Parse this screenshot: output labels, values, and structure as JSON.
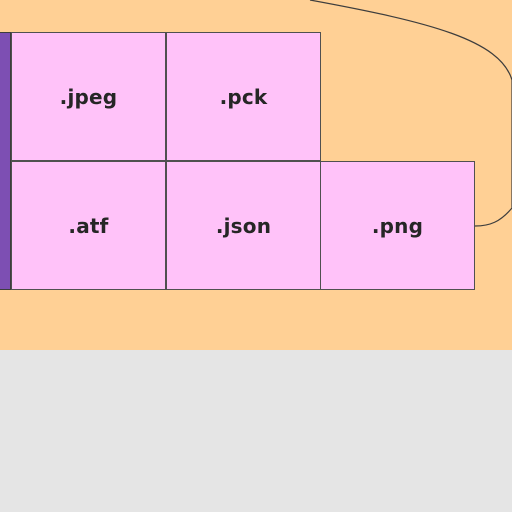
{
  "colors": {
    "canvas_background": "#ffd095",
    "lower_background": "#e5e5e5",
    "cell_fill": "#ffc2f9",
    "side_bar": "#7d4fb3",
    "cell_border": "#505050",
    "label": "#262626",
    "connector": "#3d3d3d"
  },
  "cells": {
    "jpeg": ".jpeg",
    "pck": ".pck",
    "atf": ".atf",
    "json": ".json",
    "png": ".png"
  }
}
